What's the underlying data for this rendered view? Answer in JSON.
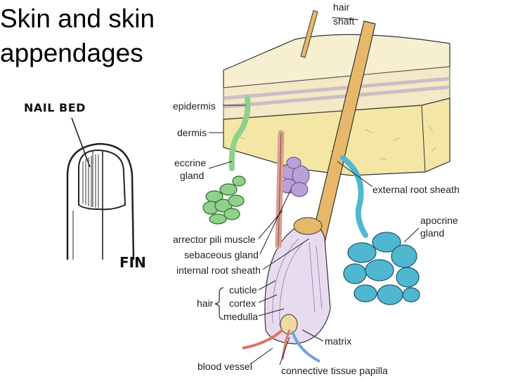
{
  "slide": {
    "title_line1": "Skin and skin",
    "title_line2": "appendages"
  },
  "nail_figure": {
    "label": "NAIL BED",
    "caption": "FIN"
  },
  "skin_diagram": {
    "labels": {
      "hair_shaft_1": "hair",
      "hair_shaft_2": "shaft",
      "epidermis": "epidermis",
      "dermis": "dermis",
      "eccrine_1": "eccrine",
      "eccrine_2": "gland",
      "external_root_sheath": "external root sheath",
      "apocrine_1": "apocrine",
      "apocrine_2": "gland",
      "arrector": "arrector pili muscle",
      "sebaceous": "sebaceous gland",
      "internal_root_sheath": "internal root sheath",
      "hair": "hair",
      "cuticle": "cuticle",
      "cortex": "cortex",
      "medulla": "medulla",
      "matrix": "matrix",
      "blood_vessel": "blood vessel",
      "papilla": "connective tissue papilla"
    }
  },
  "colors": {
    "epidermis_fill": "#f3e9c6",
    "epidermis_stripe": "#b9a9c9",
    "dermis_fill": "#f4e7a6",
    "hair_shaft": "#e8b86a",
    "eccrine_gland": "#8fd08a",
    "sebaceous_gland": "#b9a1d8",
    "apocrine_gland": "#4fb8d0",
    "arrector_muscle": "#d9a093",
    "blood_vessel_red": "#e0726a",
    "blood_vessel_blue": "#6ea5d6"
  }
}
